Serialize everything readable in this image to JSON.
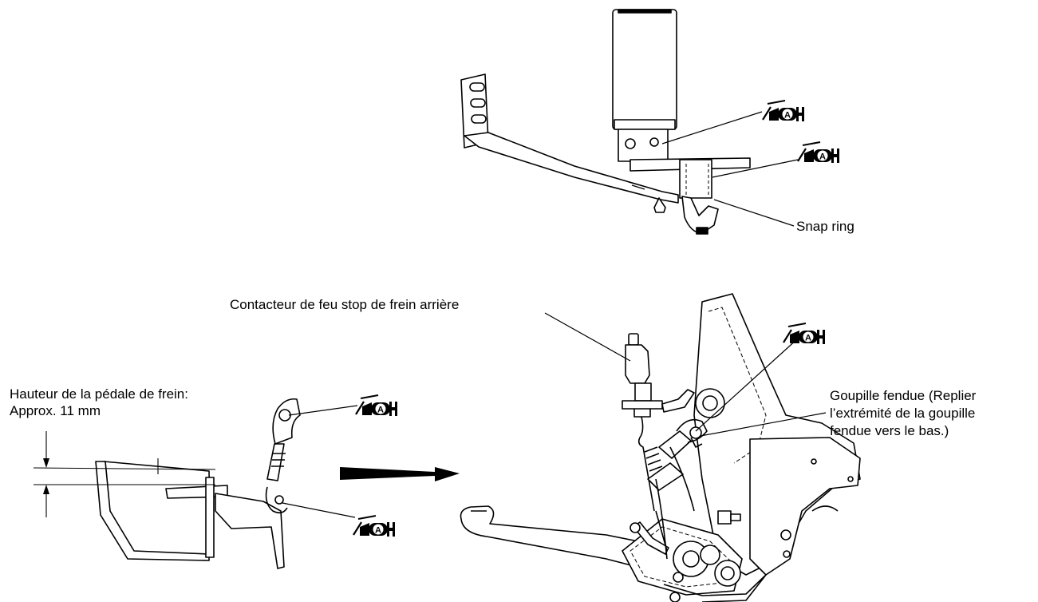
{
  "labels": {
    "snap_ring": "Snap ring",
    "stop_switch": "Contacteur de feu stop de frein arrière",
    "pedal_height_line1": "Hauteur de la pédale de frein:",
    "pedal_height_line2": "Approx. 11 mm",
    "cotter_line1": "Goupille fendue (Replier",
    "cotter_line2": "l’extrémité de la goupille",
    "cotter_line3": "fendue vers le bas.)"
  },
  "grease_symbol": {
    "letter": "A",
    "icon": "grease-apply-icon",
    "count": 5
  },
  "colors": {
    "ink": "#000000",
    "background": "#ffffff"
  }
}
